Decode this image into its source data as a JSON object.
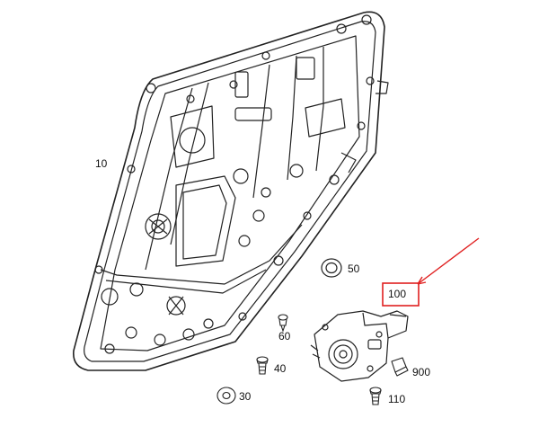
{
  "diagram": {
    "callouts": [
      {
        "id": "panel",
        "label": "10"
      },
      {
        "id": "grommet",
        "label": "50"
      },
      {
        "id": "motor",
        "label": "100"
      },
      {
        "id": "clip",
        "label": "60"
      },
      {
        "id": "bolt",
        "label": "40"
      },
      {
        "id": "washer",
        "label": "30"
      },
      {
        "id": "connector",
        "label": "900"
      },
      {
        "id": "screw",
        "label": "110"
      }
    ],
    "highlight": {
      "label": "100",
      "color": "#e02020"
    }
  }
}
